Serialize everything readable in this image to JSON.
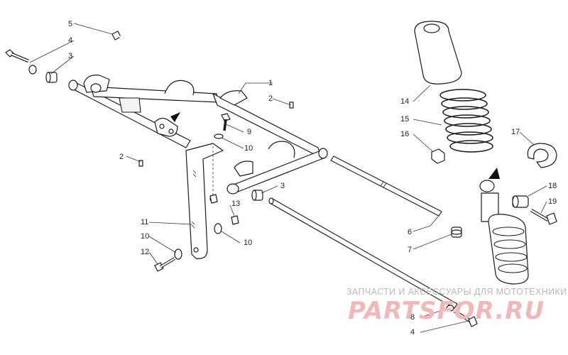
{
  "watermark": {
    "subtitle": "ЗАПЧАСТИ И АКСЕССУАРЫ ДЛЯ МОТОТЕХНИКИ",
    "logo": "PARTSFOR.RU"
  },
  "callouts": {
    "c1": "1",
    "c2a": "2",
    "c2b": "2",
    "c3a": "3",
    "c3b": "3",
    "c4a": "4",
    "c4b": "4",
    "c5": "5",
    "c6": "6",
    "c7": "7",
    "c8": "8",
    "c9": "9",
    "c10a": "10",
    "c10b": "10",
    "c10c": "10",
    "c11": "11",
    "c12": "12",
    "c13": "13",
    "c14": "14",
    "c15": "15",
    "c16": "16",
    "c17": "17",
    "c18": "18",
    "c19": "19"
  }
}
